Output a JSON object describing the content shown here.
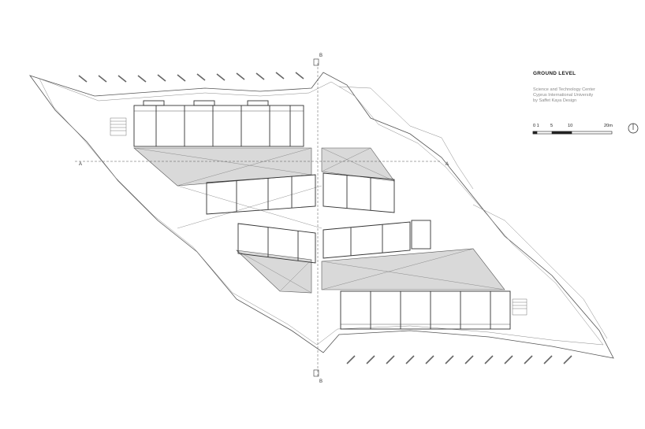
{
  "drawing": {
    "title": "GROUND LEVEL",
    "subtitle_lines": [
      "Science and Technology Center",
      "Cyprus International University",
      "by Saffet Kaya Design"
    ]
  },
  "scale_bar": {
    "labels": [
      "0 1",
      "5",
      "10",
      "20m"
    ]
  },
  "section_markers": {
    "horizontal": "A",
    "vertical": "B"
  },
  "colors": {
    "line": "#3a3a3a",
    "shade": "#d9d9d9",
    "faint": "#9a9a9a"
  }
}
